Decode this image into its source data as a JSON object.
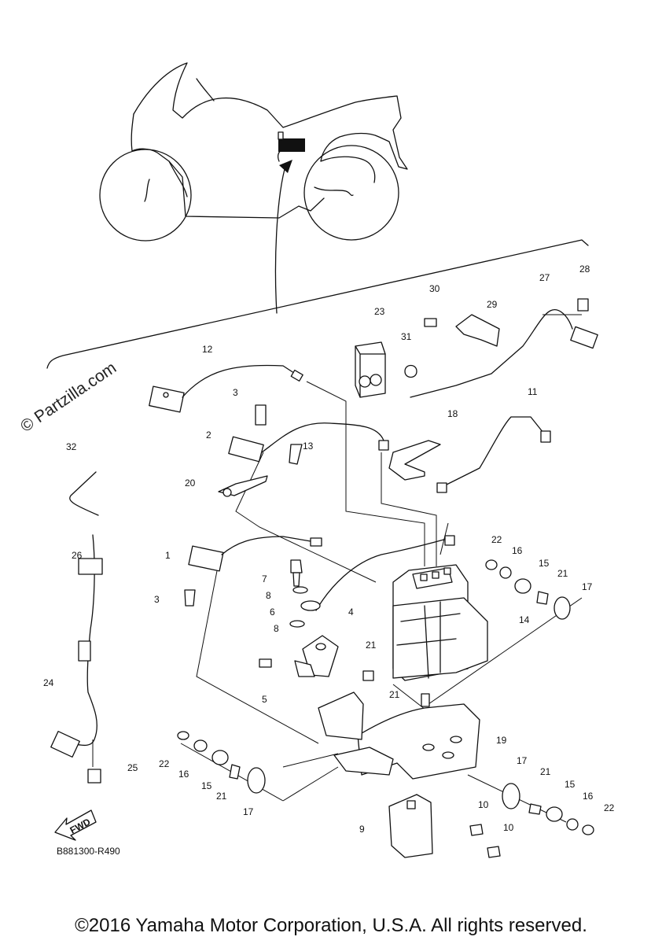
{
  "watermark": "© Partzilla.com",
  "diagram_code": "B881300-R490",
  "fwd_label": "FWD",
  "copyright": "©2016 Yamaha Motor Corporation, U.S.A. All rights reserved.",
  "callouts": [
    {
      "id": "c1",
      "label": "1"
    },
    {
      "id": "c2",
      "label": "2"
    },
    {
      "id": "c3a",
      "label": "3"
    },
    {
      "id": "c3b",
      "label": "3"
    },
    {
      "id": "c4",
      "label": "4"
    },
    {
      "id": "c5",
      "label": "5"
    },
    {
      "id": "c6",
      "label": "6"
    },
    {
      "id": "c7",
      "label": "7"
    },
    {
      "id": "c8a",
      "label": "8"
    },
    {
      "id": "c8b",
      "label": "8"
    },
    {
      "id": "c9",
      "label": "9"
    },
    {
      "id": "c10a",
      "label": "10"
    },
    {
      "id": "c10b",
      "label": "10"
    },
    {
      "id": "c11",
      "label": "11"
    },
    {
      "id": "c12",
      "label": "12"
    },
    {
      "id": "c13",
      "label": "13"
    },
    {
      "id": "c14",
      "label": "14"
    },
    {
      "id": "c15a",
      "label": "15"
    },
    {
      "id": "c15b",
      "label": "15"
    },
    {
      "id": "c15c",
      "label": "15"
    },
    {
      "id": "c16a",
      "label": "16"
    },
    {
      "id": "c16b",
      "label": "16"
    },
    {
      "id": "c16c",
      "label": "16"
    },
    {
      "id": "c17a",
      "label": "17"
    },
    {
      "id": "c17b",
      "label": "17"
    },
    {
      "id": "c17c",
      "label": "17"
    },
    {
      "id": "c18",
      "label": "18"
    },
    {
      "id": "c19",
      "label": "19"
    },
    {
      "id": "c20",
      "label": "20"
    },
    {
      "id": "c21a",
      "label": "21"
    },
    {
      "id": "c21b",
      "label": "21"
    },
    {
      "id": "c21c",
      "label": "21"
    },
    {
      "id": "c21d",
      "label": "21"
    },
    {
      "id": "c21e",
      "label": "21"
    },
    {
      "id": "c22a",
      "label": "22"
    },
    {
      "id": "c22b",
      "label": "22"
    },
    {
      "id": "c22c",
      "label": "22"
    },
    {
      "id": "c23",
      "label": "23"
    },
    {
      "id": "c24",
      "label": "24"
    },
    {
      "id": "c25",
      "label": "25"
    },
    {
      "id": "c26",
      "label": "26"
    },
    {
      "id": "c27",
      "label": "27"
    },
    {
      "id": "c28",
      "label": "28"
    },
    {
      "id": "c29",
      "label": "29"
    },
    {
      "id": "c30",
      "label": "30"
    },
    {
      "id": "c31",
      "label": "31"
    },
    {
      "id": "c32",
      "label": "32"
    }
  ]
}
